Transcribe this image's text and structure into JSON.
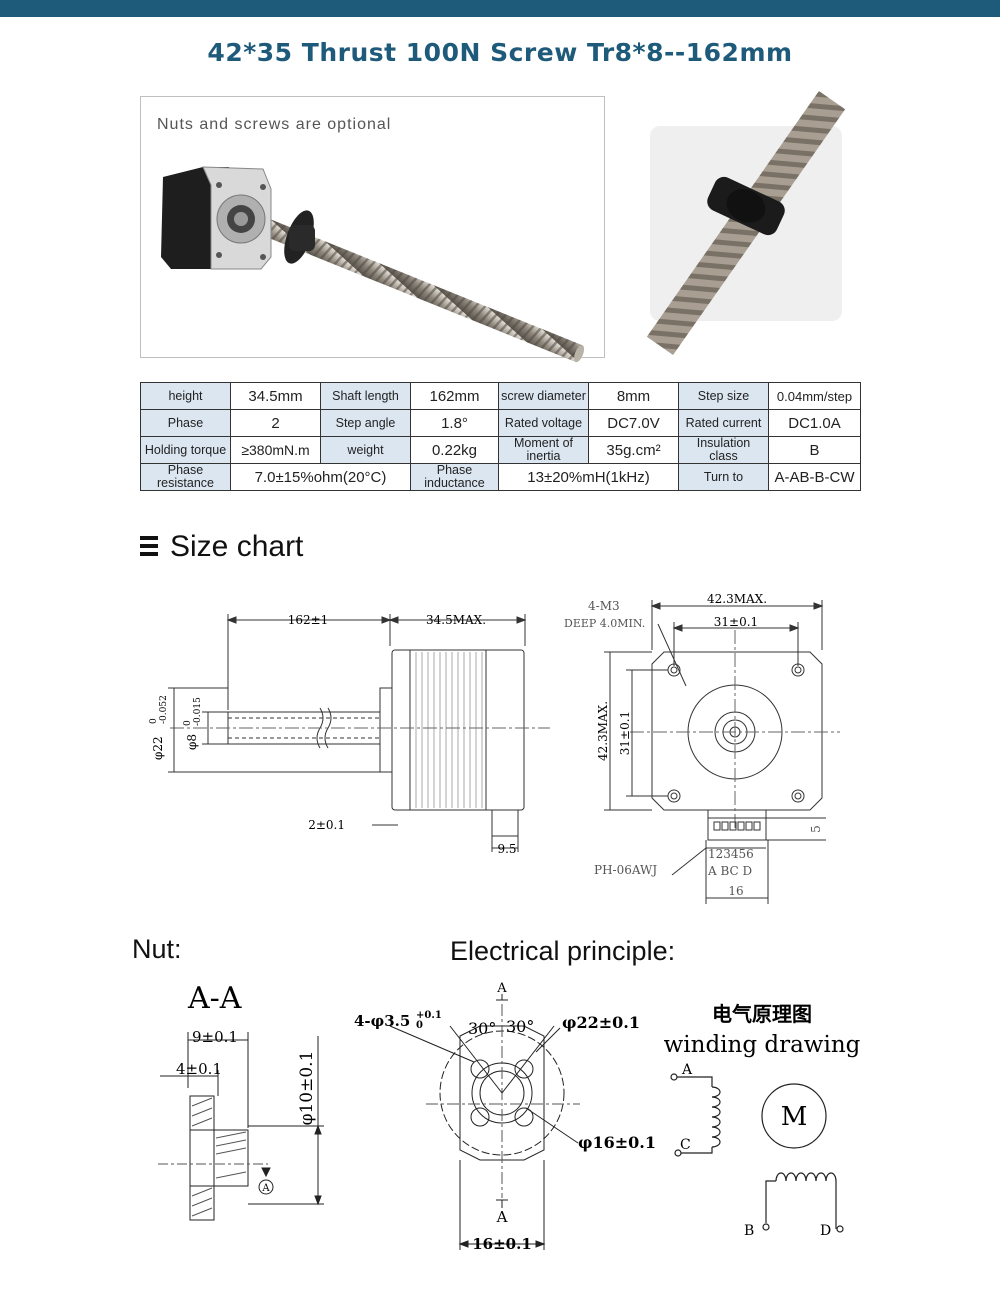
{
  "title": "42*35 Thrust 100N Screw Tr8*8--162mm",
  "photo_note": "Nuts and screws are optional",
  "spec_rows": [
    [
      {
        "k": "height",
        "v": "34.5mm"
      },
      {
        "k": "Shaft length",
        "v": "162mm"
      },
      {
        "k": "screw diameter",
        "v": "8mm"
      },
      {
        "k": "Step size",
        "v": "0.04mm/step"
      }
    ],
    [
      {
        "k": "Phase",
        "v": "2"
      },
      {
        "k": "Step angle",
        "v": "1.8°"
      },
      {
        "k": "Rated voltage",
        "v": "DC7.0V"
      },
      {
        "k": "Rated current",
        "v": "DC1.0A"
      }
    ],
    [
      {
        "k": "Holding torque",
        "v": "≥380mN.m"
      },
      {
        "k": "weight",
        "v": "0.22kg"
      },
      {
        "k": "Moment of inertia",
        "v": "35g.cm²"
      },
      {
        "k": "Insulation class",
        "v": "B"
      }
    ],
    [
      {
        "k": "Phase resistance",
        "v": "7.0±15%ohm(20°C)"
      },
      {
        "k": "Phase inductance",
        "v": "13±20%mH(1kHz)"
      },
      {
        "k": "Turn to",
        "v": "A-AB-B-CW"
      }
    ]
  ],
  "size_chart_heading": "Size chart",
  "side_view": {
    "dim_shaft": "162±1",
    "dim_body": "34.5MAX.",
    "dia_outer": "φ22",
    "dia_outer_tol_up": "0",
    "dia_outer_tol_low": "-0.052",
    "dia_shaft": "φ8",
    "dia_shaft_tol_up": "0",
    "dia_shaft_tol_low": "-0.015",
    "dim_flange": "2±0.1",
    "dim_connector": "9.5"
  },
  "front_view": {
    "holes_label": "4-M3",
    "depth_label": "DEEP 4.0MIN.",
    "width_max": "42.3MAX.",
    "hole_spacing": "31±0.1",
    "height_max": "42.3MAX.",
    "hole_spacing_v": "31±0.1",
    "connector_offset": "5",
    "connector_model": "PH-06AWJ",
    "pin_numbers": "123456",
    "pin_letters": "A BC D",
    "connector_width": "16"
  },
  "nut_heading": "Nut:",
  "electrical_heading": "Electrical principle:",
  "nut_drawing": {
    "section_label": "A-A",
    "dim_total": "9±0.1",
    "dim_flange": "4±0.1",
    "dim_dia": "φ10±0.1",
    "datum": "A"
  },
  "nut_front": {
    "holes": "4-φ3.5",
    "holes_tol_up": "+0.1",
    "holes_tol_low": "0",
    "angle_left": "30°",
    "angle_right": "30°",
    "outer_dia": "φ22±0.1",
    "inner_dia": "φ16±0.1",
    "width": "16±0.1",
    "section_top": "A",
    "section_bottom": "A"
  },
  "winding": {
    "title_cn": "电气原理图",
    "title_en": "winding drawing",
    "motor": "M",
    "terminal_a": "A",
    "terminal_c": "C",
    "terminal_b": "B",
    "terminal_d": "D"
  }
}
